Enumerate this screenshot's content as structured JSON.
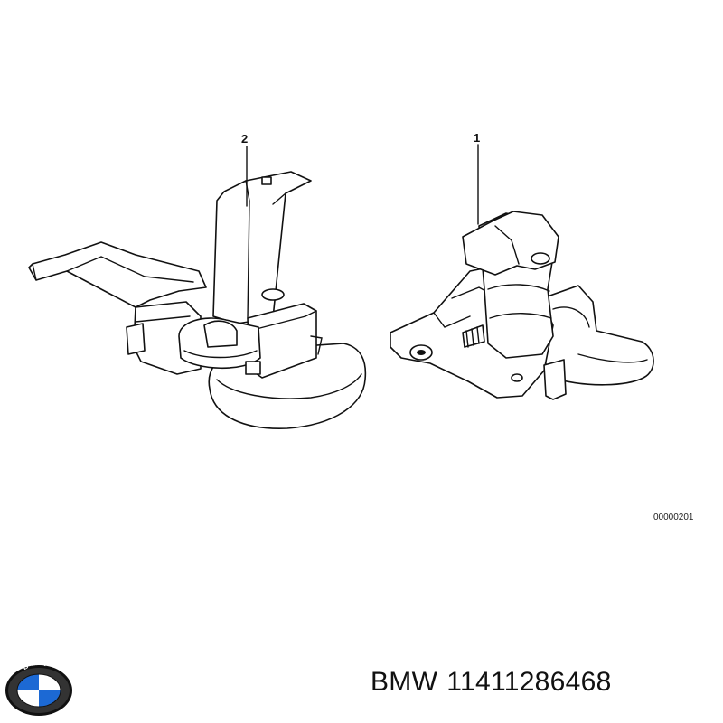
{
  "callouts": {
    "part_2": "2",
    "part_1": "1"
  },
  "reference_code": "00000201",
  "caption": {
    "brand": "BMW",
    "part_number": "11411286468"
  },
  "logo": {
    "lettering": "BMW",
    "colors": {
      "blue": "#1c69d4",
      "white": "#ffffff",
      "ring": "#111111"
    }
  }
}
